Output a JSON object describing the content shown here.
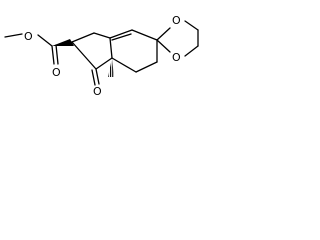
{
  "molecule": {
    "atoms": {
      "ester_carbonyl_oxygen": "O",
      "ester_ether_oxygen": "O",
      "ketone_oxygen": "O",
      "dioxolane_oxygen_top": "O",
      "dioxolane_oxygen_bottom": "O"
    }
  }
}
